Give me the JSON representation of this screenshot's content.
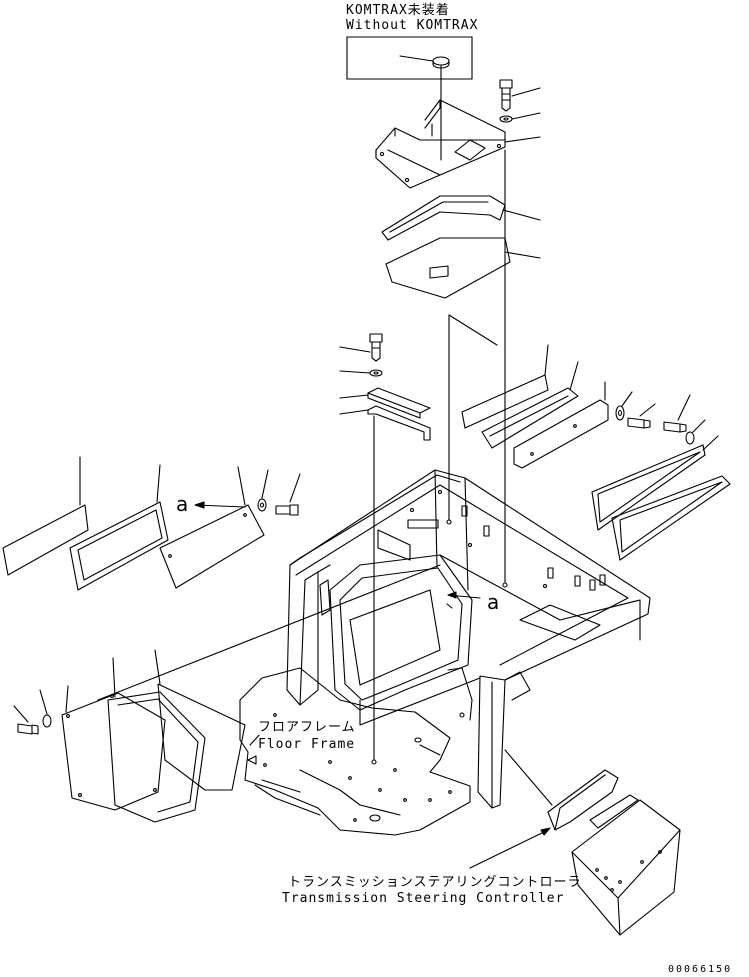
{
  "labels": {
    "komtrax_ja": "KOMTRAX未装着",
    "komtrax_en": "Without KOMTRAX",
    "floor_frame_ja": "フロアフレーム",
    "floor_frame_en": "Floor Frame",
    "controller_ja": "トランスミッションステアリングコントローラ",
    "controller_en": "Transmission Steering Controller",
    "ref_a_left": "a",
    "ref_a_right": "a",
    "doc_number": "00066150"
  },
  "colors": {
    "line": "#000000",
    "background": "#ffffff"
  }
}
